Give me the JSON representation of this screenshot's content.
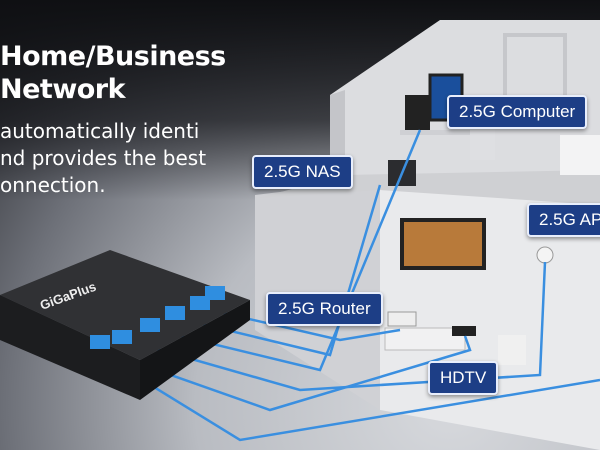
{
  "headline": {
    "line1": "Home/Business",
    "line2": "Network"
  },
  "description": {
    "line1": "automatically identi",
    "line2": "nd provides the best",
    "line3": "onnection."
  },
  "brand_logo": "GiGaPlus",
  "labels": {
    "computer": "2.5G Computer",
    "nas": "2.5G NAS",
    "ap": "2.5G AP",
    "router": "2.5G Router",
    "hdtv": "HDTV"
  },
  "colors": {
    "label_bg": "#1d3e86",
    "cable": "#3a8fe0",
    "switch": "#2a2b2e"
  }
}
